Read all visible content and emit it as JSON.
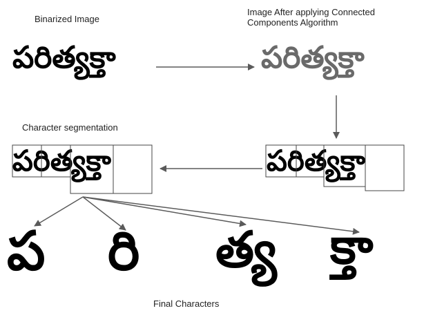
{
  "labels": {
    "binarized": "Binarized Image",
    "connected": "Image After applying Connected\nComponents Algorithm",
    "segmentation": "Character segmentation",
    "final": "Final Characters"
  },
  "word": "పరిత్యక్తా",
  "characters": [
    "ప",
    "రి",
    "త్య",
    "క్తా"
  ],
  "colors": {
    "ink": "#000000",
    "gray_ink": "#777777",
    "arrow": "#5a5a5a"
  }
}
